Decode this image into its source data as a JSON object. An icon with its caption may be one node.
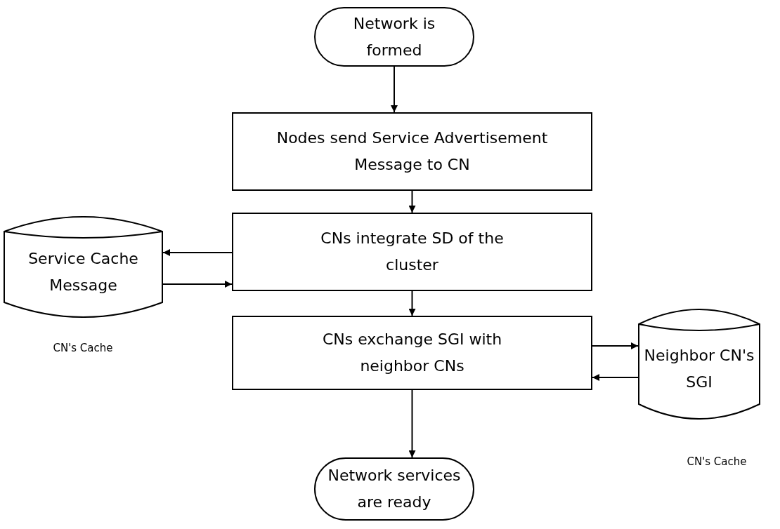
{
  "diagram": {
    "nodes": [
      {
        "text": [
          "Network is formed"
        ]
      },
      {
        "text": [
          "Nodes send Service Advertisement Message to CN"
        ]
      },
      {
        "text": [
          "Service Cache Message"
        ],
        "beside": [
          "CN's Cache"
        ]
      },
      {
        "text": [
          "CNs integrate SD of the cluster"
        ]
      },
      {
        "text": [
          "CNs exchange SGI with neighbor CNs"
        ]
      },
      {
        "text": [
          "Neighbor CN's SGI"
        ],
        "beside": [
          "CN's Cache"
        ]
      },
      {
        "text": [
          "Network services are ready"
        ]
      }
    ],
    "edges": [
      {
        "from": 0,
        "to": 1,
        "arrow": "to"
      },
      {
        "from": 1,
        "to": 3,
        "arrow": "to"
      },
      {
        "from": 3,
        "to": 2,
        "arrow": "to"
      },
      {
        "from": 2,
        "to": 3,
        "arrow": "to"
      },
      {
        "from": 3,
        "to": 4,
        "arrow": "to"
      },
      {
        "from": 4,
        "to": 5,
        "arrow": "to"
      },
      {
        "from": 5,
        "to": 4,
        "arrow": "to"
      },
      {
        "from": 4,
        "to": 6,
        "arrow": "to"
      }
    ]
  }
}
